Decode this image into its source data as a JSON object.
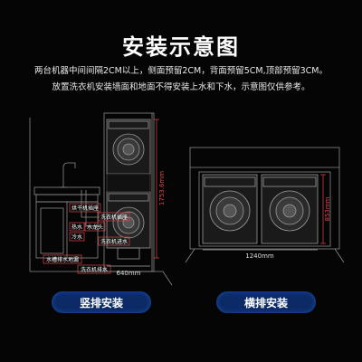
{
  "title": "安装示意图",
  "description": {
    "line1": "两台机器中间间隔2CM以上，侧面预留2CM，背面预留5CM,顶部预留3CM。",
    "line2": "放置洗衣机安装墙面和地面不得安装上水和下水，示意图仅供参考。"
  },
  "vertical": {
    "button": "竖排安装",
    "height_dim": "1753.6mm",
    "width_dim": "640mm",
    "labels": {
      "dryer_socket": "烘干机插座",
      "washer_socket": "洗衣机插座",
      "hot_water": "热水",
      "water_inlet": "水龙头",
      "cold_water": "冷水",
      "washer_inlet": "洗衣机进水",
      "sink_drain": "水槽排水地漏",
      "washer_drain": "洗衣机排水"
    }
  },
  "horizontal": {
    "button": "横排安装",
    "height_dim": "853mm",
    "width_dim": "1240mm"
  },
  "colors": {
    "line": "#8a8a8a",
    "label_border": "#e0474c",
    "button_bg": "#0b2a66"
  }
}
